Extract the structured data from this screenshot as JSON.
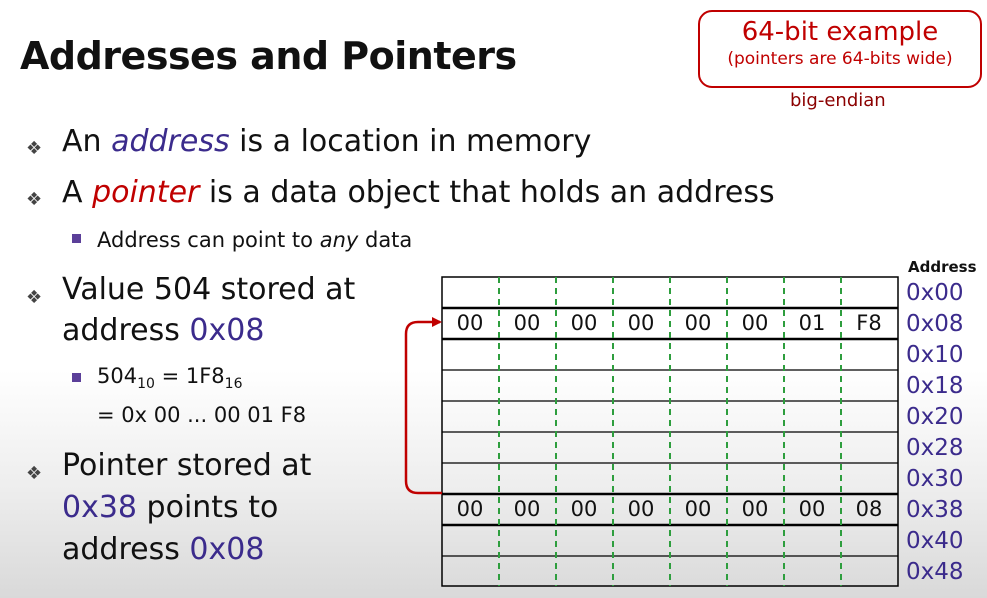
{
  "title": "Addresses and Pointers",
  "callout": {
    "line1": "64-bit example",
    "line2": "(pointers are 64-bits wide)",
    "note": "big-endian"
  },
  "bullets": {
    "b1": {
      "pre": "An ",
      "em": "address",
      "post": " is a location in memory"
    },
    "b2": {
      "pre": "A ",
      "em": "pointer",
      "post": " is a data object that holds an address"
    },
    "b2_sub": {
      "pre": "Address can point to ",
      "em": "any",
      "post": " data"
    },
    "b3": {
      "line1": "Value 504 stored at",
      "line2_pre": "address ",
      "line2_addr": "0x08"
    },
    "b3_sub": {
      "base_num": "504",
      "base_sub": "10",
      "eq": " = 1F8",
      "hex_sub": "16",
      "line2": "= 0x 00 ... 00 01 F8"
    },
    "b4": {
      "line1": "Pointer stored at",
      "line2_addr": "0x38",
      "line2_post": " points to",
      "line3_pre": "address ",
      "line3_addr": "0x08"
    }
  },
  "memory": {
    "address_header": "Address",
    "addresses": [
      "0x00",
      "0x08",
      "0x10",
      "0x18",
      "0x20",
      "0x28",
      "0x30",
      "0x38",
      "0x40",
      "0x48"
    ],
    "row_0x08": [
      "00",
      "00",
      "00",
      "00",
      "00",
      "00",
      "01",
      "F8"
    ],
    "row_0x38": [
      "00",
      "00",
      "00",
      "00",
      "00",
      "00",
      "00",
      "08"
    ],
    "colors": {
      "grid": "#000000",
      "divider": "#2e9e3e",
      "arrow": "#c00000",
      "address": "#3b2b8c"
    }
  }
}
